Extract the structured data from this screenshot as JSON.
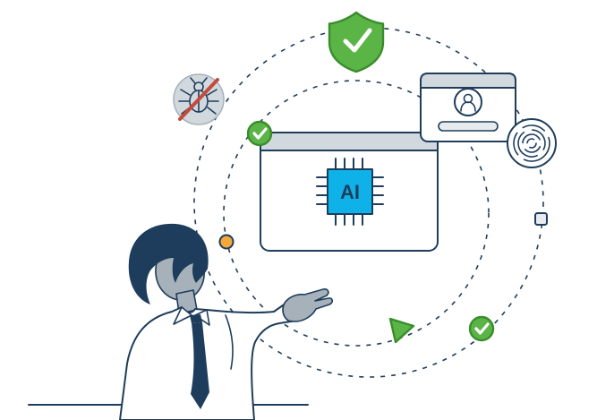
{
  "illustration": {
    "ai_chip_label": "AI",
    "icons": [
      "orbit-outer-dashed-circle",
      "orbit-inner-dashed-circle",
      "shield-check-icon",
      "no-bug-icon",
      "user-profile-card",
      "user-avatar-icon",
      "fingerprint-icon",
      "browser-window",
      "ai-chip-icon",
      "check-circle-icon-window",
      "check-circle-icon-bottom",
      "orange-dot-node",
      "square-node",
      "green-triangle-node",
      "presenter-person",
      "ground-line"
    ],
    "colors": {
      "navy": "#1e3d5c",
      "green": "#5ab546",
      "green_dark": "#398d2c",
      "cyan": "#0fb2e8",
      "orange": "#f3a83b",
      "red": "#c44a3c",
      "gray_light": "#d2d9de",
      "gray_lighter": "#e7ebee",
      "gray_skin": "#a7b1b9",
      "white": "#ffffff"
    }
  }
}
